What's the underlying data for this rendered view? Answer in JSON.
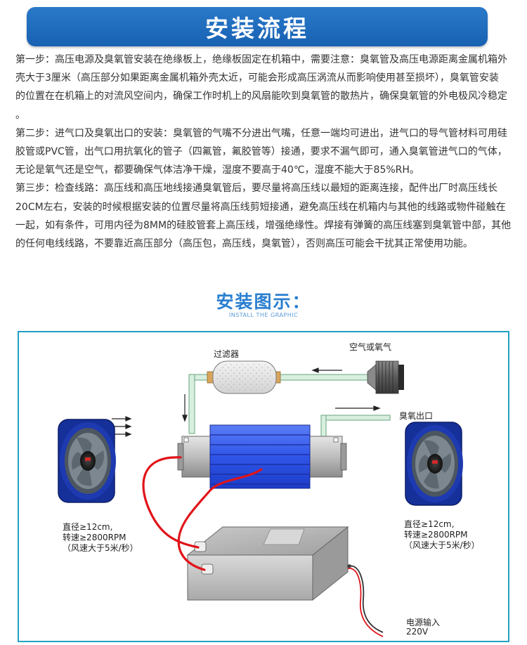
{
  "header": {
    "title": "安装流程"
  },
  "steps": [
    {
      "lines": [
        "第一步：高压电源及臭氧管安装在绝缘板上，绝缘板固定在机箱中，需要注意：臭氧管及高压电源距离金属机箱外",
        "壳大于3厘米（高压部分如果距离金属机箱外壳太近，可能会形成高压涡流从而影响使用甚至损坏），臭氧管安装",
        "的位置在在机箱上的对流风空间内，确保工作时机上的风扇能吹到臭氧管的散热片，确保臭氧管的外电极风冷稳定",
        "。"
      ]
    },
    {
      "lines": [
        "第二步：进气口及臭氧出口的安装：臭氧管的气嘴不分进出气嘴，任意一端均可进出，进气口的导气管材料可用硅",
        "胶管或PVC管，出气口用抗氧化的管子（四氟管，氟胶管等）接通，要求不漏气即可，通入臭氧管进气口的气体，",
        "无论是氧气还是空气，都要确保气体洁净干燥，湿度不要高于40℃，湿度不能大于85%RH。"
      ]
    },
    {
      "lines": [
        "第三步：检查线路：高压线和高压地线接通臭氧管后，要尽量将高压线以最短的距离连接，配件出厂时高压线长",
        "20CM左右，安装的时候根据安装的位置尽量将高压线剪短接通，避免高压线在机箱内与其他的线路或物件碰触在",
        "一起，如有条件，可用内径为8MM的硅胶管套上高压线，增强绝缘性。焊接有弹簧的高压线塞到臭氧管中部，其他",
        "的任何电线线路，不要靠近高压部分（高压包，高压线，臭氧管），否则高压可能会干扰其正常使用功能。"
      ]
    }
  ],
  "section": {
    "title": "安装图示：",
    "subtitle": "INSTALL THE GRAPHIC"
  },
  "diagram": {
    "filter_label": "过滤器",
    "air_input_label": "空气或氧气",
    "ozone_outlet_label": "臭氧出口",
    "power_input_label": "电源输入",
    "power_voltage_label": "220V",
    "fan_left": {
      "diameter": "直径≥12cm,",
      "speed": "转速≥2800RPM",
      "wind": "（风速大于5米/秒）"
    },
    "fan_right": {
      "diameter": "直径≥12cm,",
      "speed": "转速≥2800RPM",
      "wind": "（风速大于5米/秒）"
    }
  },
  "colors": {
    "banner": "#1f6fc0",
    "section_title": "#2a7fd0",
    "frame": "#23a0c4",
    "ozone_tube": "#2f55e8",
    "hv_wire": "#e0141a",
    "air_pipe": "#d8efe0"
  }
}
